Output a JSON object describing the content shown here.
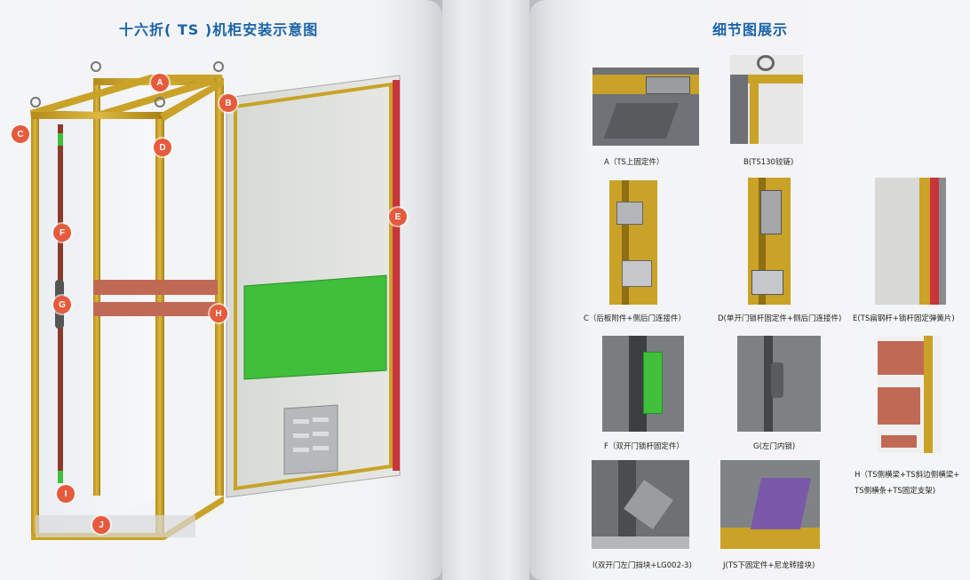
{
  "left_page": {
    "title": "十六折( TS )机柜安装示意图",
    "markers": [
      "A",
      "B",
      "C",
      "D",
      "E",
      "F",
      "G",
      "H",
      "I",
      "J"
    ]
  },
  "right_page": {
    "title": "细节图展示",
    "details": [
      {
        "caption": "A（TS上固定件）"
      },
      {
        "caption": "B(TS130铰链)"
      },
      {
        "caption": "C（后板附件+侧后门连接件）"
      },
      {
        "caption": "D(单开门锁杆固定件+侧后门连接件)"
      },
      {
        "caption": "E(TS扁钢杆+锁杆固定弹簧片)"
      },
      {
        "caption": "F（双开门锁杆固定件）"
      },
      {
        "caption": "G(左门内锁)"
      },
      {
        "caption": "H（TS侧横梁+TS斜边侧横梁+"
      },
      {
        "caption": "TS侧横条+TS固定支架)"
      },
      {
        "caption": "I(双开门左门挡块+LG002-3)"
      },
      {
        "caption": "J(TS下固定件+尼龙转接块)"
      }
    ]
  },
  "colors": {
    "title_blue": "#1a63a8",
    "marker_red": "#e65a3d",
    "frame_yellow": "#c9a227",
    "panel_green": "#3fbf3a",
    "rail_red": "#c8343a"
  }
}
